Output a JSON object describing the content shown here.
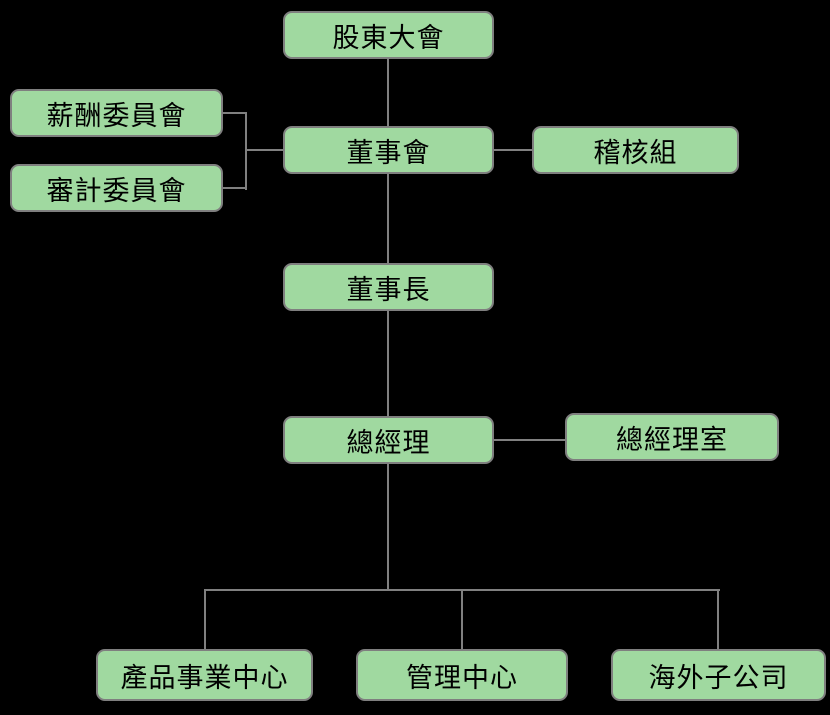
{
  "diagram": {
    "type": "org-chart",
    "colors": {
      "background": "#000000",
      "node_fill": "#A0D9A0",
      "node_border": "#7F7F7F",
      "connector": "#808080",
      "text": "#000000"
    },
    "nodes": [
      {
        "id": "shareholders-meeting",
        "label": "股東大會"
      },
      {
        "id": "compensation-committee",
        "label": "薪酬委員會"
      },
      {
        "id": "audit-committee",
        "label": "審計委員會"
      },
      {
        "id": "board-of-directors",
        "label": "董事會"
      },
      {
        "id": "audit-group",
        "label": "稽核組"
      },
      {
        "id": "chairman",
        "label": "董事長"
      },
      {
        "id": "general-manager",
        "label": "總經理"
      },
      {
        "id": "general-manager-office",
        "label": "總經理室"
      },
      {
        "id": "product-business-center",
        "label": "產品事業中心"
      },
      {
        "id": "management-center",
        "label": "管理中心"
      },
      {
        "id": "overseas-subsidiary",
        "label": "海外子公司"
      }
    ],
    "edges": [
      {
        "from": "shareholders-meeting",
        "to": "board-of-directors"
      },
      {
        "from": "compensation-committee",
        "to": "board-of-directors"
      },
      {
        "from": "audit-committee",
        "to": "board-of-directors"
      },
      {
        "from": "board-of-directors",
        "to": "audit-group"
      },
      {
        "from": "board-of-directors",
        "to": "chairman"
      },
      {
        "from": "chairman",
        "to": "general-manager"
      },
      {
        "from": "general-manager",
        "to": "general-manager-office"
      },
      {
        "from": "general-manager",
        "to": "product-business-center"
      },
      {
        "from": "general-manager",
        "to": "management-center"
      },
      {
        "from": "general-manager",
        "to": "overseas-subsidiary"
      }
    ]
  }
}
